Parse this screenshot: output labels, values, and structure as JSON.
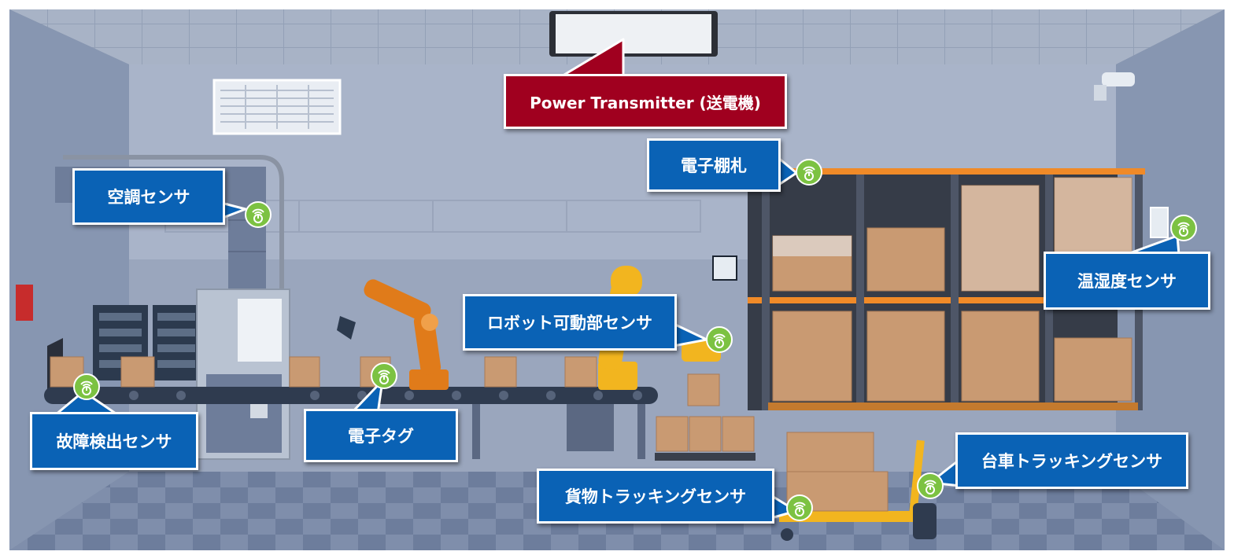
{
  "transmitter": {
    "label": "Power Transmitter (送電機)",
    "color": "#a0001f"
  },
  "callout_color": "#0a62b5",
  "sensor_color": "#7cc242",
  "labels": {
    "aircon": "空調センサ",
    "shelf_tag": "電子棚札",
    "temp_humidity": "温湿度センサ",
    "robot": "ロボット可動部センサ",
    "fault": "故障検出センサ",
    "e_tag": "電子タグ",
    "cargo": "貨物トラッキングセンサ",
    "cart": "台車トラッキングセンサ"
  },
  "sensor_icon": "wireless-power-sensor-icon"
}
